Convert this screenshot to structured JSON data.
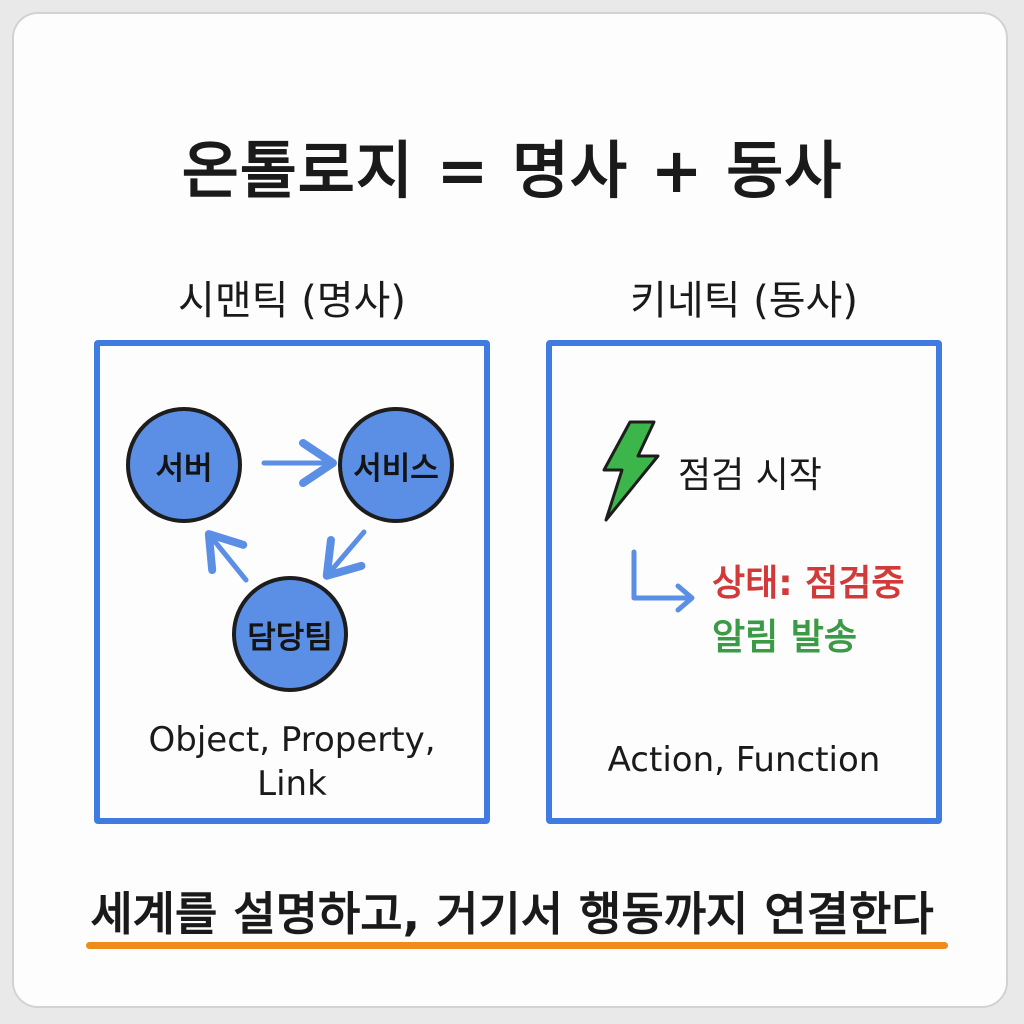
{
  "title": "온톨로지 = 명사 + 동사",
  "semantic": {
    "heading": "시맨틱 (명사)",
    "nodes": {
      "server": "서버",
      "service": "서비스",
      "team": "담당팀"
    },
    "caption_line1": "Object, Property,",
    "caption_line2": "Link"
  },
  "kinetic": {
    "heading": "키네틱 (동사)",
    "trigger": "점검 시작",
    "status": "상태: 점검중",
    "notify": "알림 발송",
    "caption": "Action, Function"
  },
  "footer": "세계를 설명하고, 거기서 행동까지 연결한다",
  "colors": {
    "panel_border": "#3f7be0",
    "node_fill": "#5b8fe6",
    "status_text": "#d23a3a",
    "notify_text": "#3a9a45",
    "bolt": "#3cb54a",
    "underline": "#f08a1a"
  },
  "icons": {
    "trigger": "lightning-bolt-icon",
    "flow": "down-right-arrow-icon"
  }
}
